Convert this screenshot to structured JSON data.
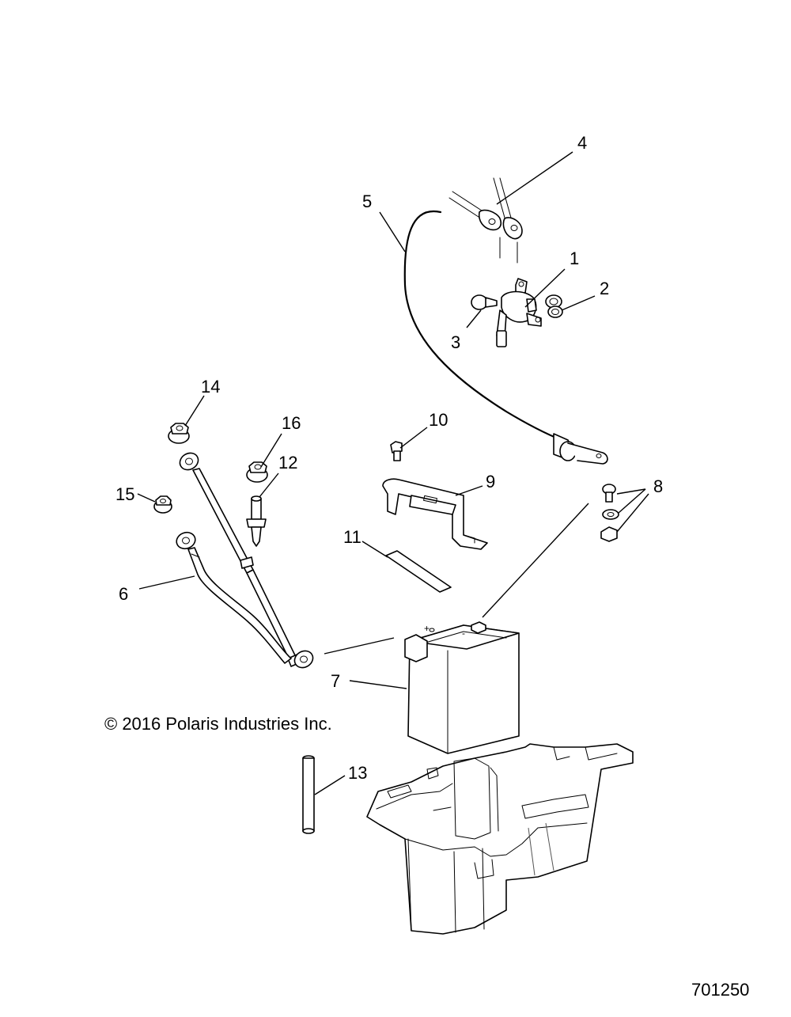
{
  "copyright": "© 2016 Polaris Industries Inc.",
  "diagram_number": "701250",
  "callouts": {
    "c1": "1",
    "c2": "2",
    "c3": "3",
    "c4": "4",
    "c5": "5",
    "c6": "6",
    "c7": "7",
    "c8": "8",
    "c9": "9",
    "c10": "10",
    "c11": "11",
    "c12": "12",
    "c13": "13",
    "c14": "14",
    "c15": "15",
    "c16": "16"
  }
}
